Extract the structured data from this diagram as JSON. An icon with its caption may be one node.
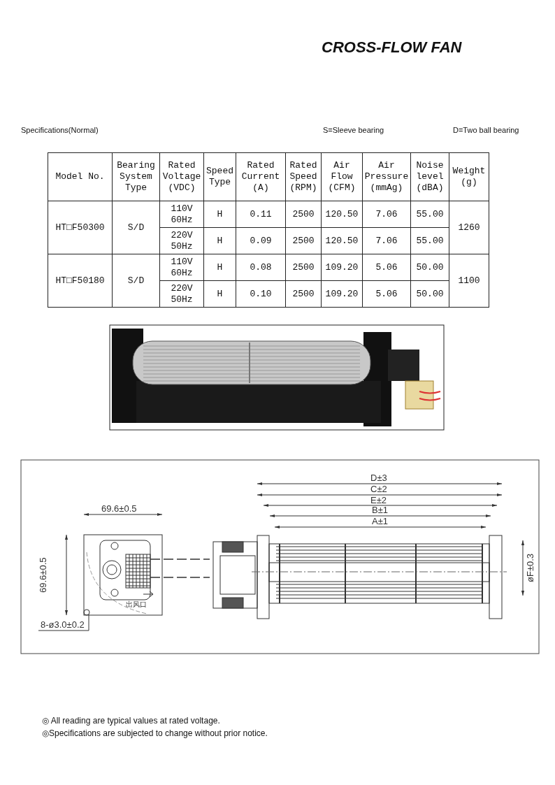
{
  "diagram": {
    "title": "CROSS-FLOW FAN",
    "nodes": [
      {
        "text": [
          "8-ø3.0±0.2"
        ]
      },
      {
        "text": [],
        "shape": "circle"
      }
    ],
    "edges": [
      {
        "from": 0,
        "to": 1,
        "arrow": "none"
      }
    ],
    "labels": [
      "Specifications(Normal)",
      "S=Sleeve bearing",
      "D=Two ball bearing",
      "Model No.",
      "Bearing System Type",
      "Rated Voltage (VDC)",
      "Speed Type",
      "Rated Current (A)",
      "Rated Speed (RPM)",
      "Air Flow (CFM)",
      "Air Pressure (mmAg)",
      "Noise level (dBA)",
      "Weight (g)",
      "HT□F50300",
      "S/D",
      "110V 60Hz",
      "H",
      "0.11",
      "2500",
      "120.50",
      "7.06",
      "55.00",
      "1260",
      "220V 50Hz",
      "H",
      "0.09",
      "2500",
      "120.50",
      "7.06",
      "55.00",
      "HT□F50180",
      "S/D",
      "110V 60Hz",
      "H",
      "0.08",
      "2500",
      "109.20",
      "5.06",
      "50.00",
      "1100",
      "220V 50Hz",
      "H",
      "0.10",
      "2500",
      "109.20",
      "5.06",
      "50.00",
      "69.6±0.5",
      "69.6±0.5",
      "出风口",
      "D±3",
      "C±2",
      "E±2",
      "B±1",
      "A±1",
      "øF±0.3",
      "◎ All reading are typical values at rated voltage.",
      "◎Specifications are subjected to change without prior notice."
    ]
  }
}
